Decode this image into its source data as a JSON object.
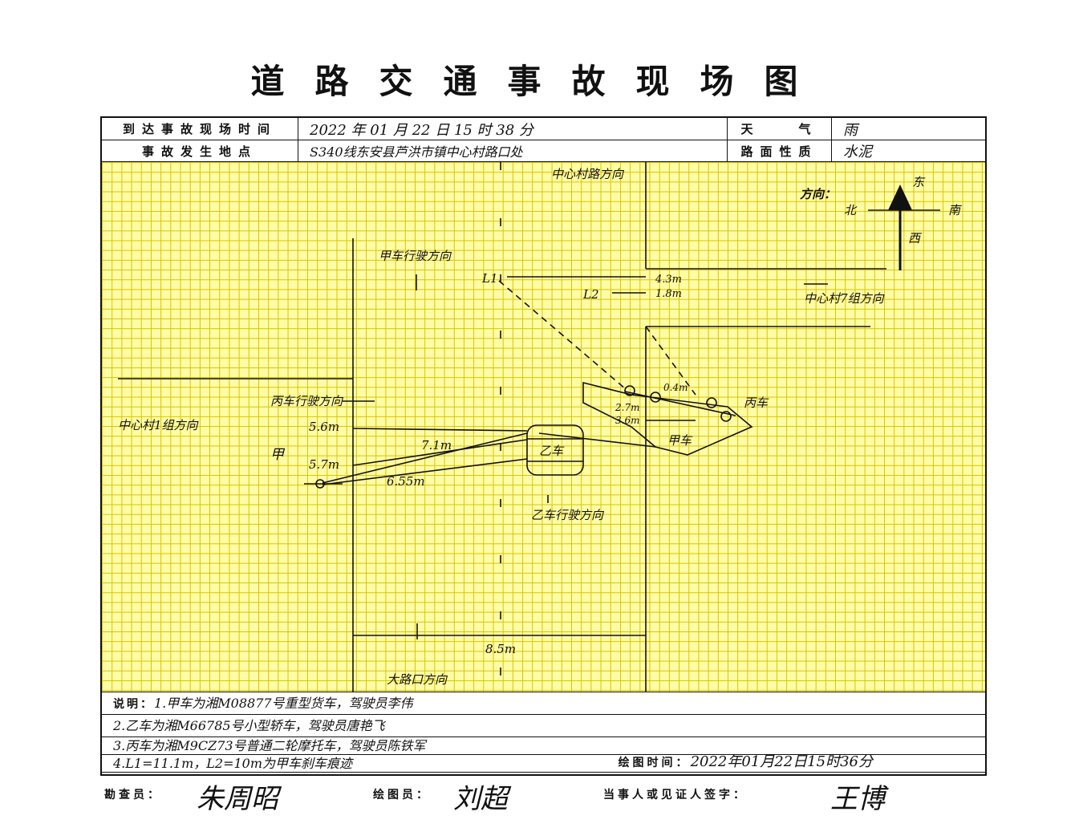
{
  "title": "道路交通事故现场图",
  "header": {
    "arrival_label": "到达事故现场时间",
    "arrival_value": "2022 年 01 月 22 日 15 时 38 分",
    "weather_label": "天　　气",
    "weather_value": "雨",
    "location_label": "事故发生地点",
    "location_value": "S340线东安县芦洪市镇中心村路口处",
    "road_label": "路面性质",
    "road_value": "水泥"
  },
  "sketch": {
    "direction_label": "方向：",
    "compass": {
      "up": "东",
      "left": "北",
      "right": "南",
      "down": "西"
    },
    "labels": {
      "north_road": "中心村路方向",
      "car_a_dir": "甲车行驶方向",
      "l1": "L1",
      "l2": "L2",
      "d_4_3": "4.3m",
      "d_1_8": "1.8m",
      "east_road": "中心村7组方向",
      "d_0_4": "0.4m",
      "d_2_7": "2.7m",
      "d_3_6": "3.6m",
      "car_c": "丙车",
      "car_a": "甲车",
      "car_c_dir": "丙车行驶方向",
      "west_road": "中心村1组方向",
      "d_5_6": "5.6m",
      "d_7_1": "7.1m",
      "car_b": "乙车",
      "jia_mark": "甲",
      "d_5_7": "5.7m",
      "d_6_55": "6.55m",
      "car_b_dir": "乙车行驶方向",
      "road_width": "8.5m",
      "south_road": "大路口方向"
    }
  },
  "notes": {
    "prefix": "说明：",
    "lines": [
      "1.甲车为湘M08877号重型货车，驾驶员李伟",
      "2.乙车为湘M66785号小型轿车，驾驶员唐艳飞",
      "3.丙车为湘M9CZ73号普通二轮摩托车，驾驶员陈铁军",
      "4.L1=11.1m，L2=10m为甲车刹车痕迹"
    ]
  },
  "draw_time": {
    "label": "绘图时间：",
    "value": "2022年01月22日15时36分"
  },
  "signatures": {
    "inspector_label": "勘查员：",
    "inspector_value": "朱周昭",
    "drafter_label": "绘图员：",
    "drafter_value": "刘超",
    "party_label": "当事人或见证人签字：",
    "party_value": "王博"
  },
  "colors": {
    "grid_bg": "#fffca6",
    "grid_line": "#d9c400",
    "ink": "#111111"
  }
}
